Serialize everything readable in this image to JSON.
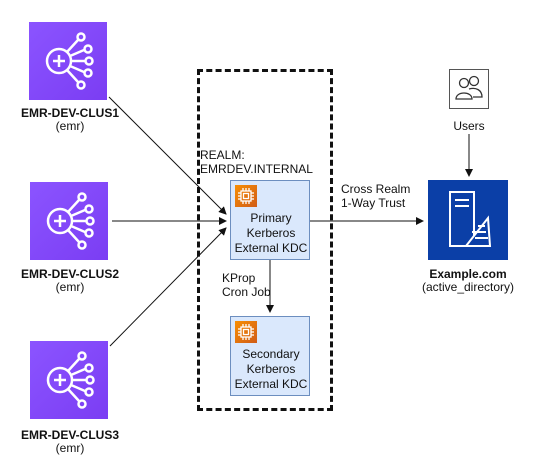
{
  "clusters": [
    {
      "name": "EMR-DEV-CLUS1",
      "type": "(emr)"
    },
    {
      "name": "EMR-DEV-CLUS2",
      "type": "(emr)"
    },
    {
      "name": "EMR-DEV-CLUS3",
      "type": "(emr)"
    }
  ],
  "realm_label": "REALM:\nEMRDEV.INTERNAL",
  "primary_kdc": "Primary\nKerberos\nExternal KDC",
  "secondary_kdc": "Secondary\nKerberos\nExternal KDC",
  "kprop_label": "KProp\nCron Job",
  "trust_label": "Cross Realm\n1-Way Trust",
  "users_label": "Users",
  "ad": {
    "name": "Example.com",
    "type": "(active_directory)"
  },
  "colors": {
    "emr_purple": "#7b3df3",
    "kdc_fill": "#dae8fc",
    "kdc_border": "#6c8ebf",
    "ec2_orange": "#e8700a",
    "ad_blue": "#0b3fa7"
  },
  "icons": {
    "emr": "emr-cluster-icon",
    "ec2": "ec2-instance-icon",
    "ad": "directory-service-icon",
    "users": "users-icon"
  }
}
